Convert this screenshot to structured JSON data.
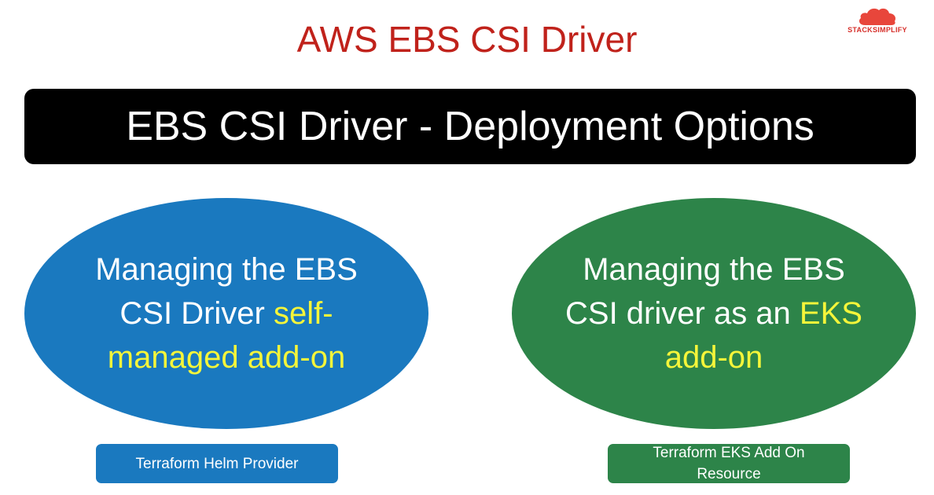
{
  "title": "AWS EBS CSI Driver",
  "logo": {
    "text": "STACKSIMPLIFY",
    "icon": "cloud-icon",
    "color": "#d62f2a"
  },
  "banner": {
    "text": "EBS CSI Driver - Deployment Options"
  },
  "options": {
    "self_managed": {
      "text_white": "Managing the EBS CSI Driver",
      "text_highlight": "self-managed add-on",
      "color": "#1a79bf",
      "tool_label": "Terraform Helm Provider"
    },
    "eks_addon": {
      "text_white": "Managing the EBS CSI driver as an",
      "text_highlight": "EKS add-on",
      "color": "#2d8449",
      "tool_label": "Terraform EKS Add On Resource"
    }
  },
  "colors": {
    "title": "#c0221b",
    "highlight": "#f5f53a"
  }
}
